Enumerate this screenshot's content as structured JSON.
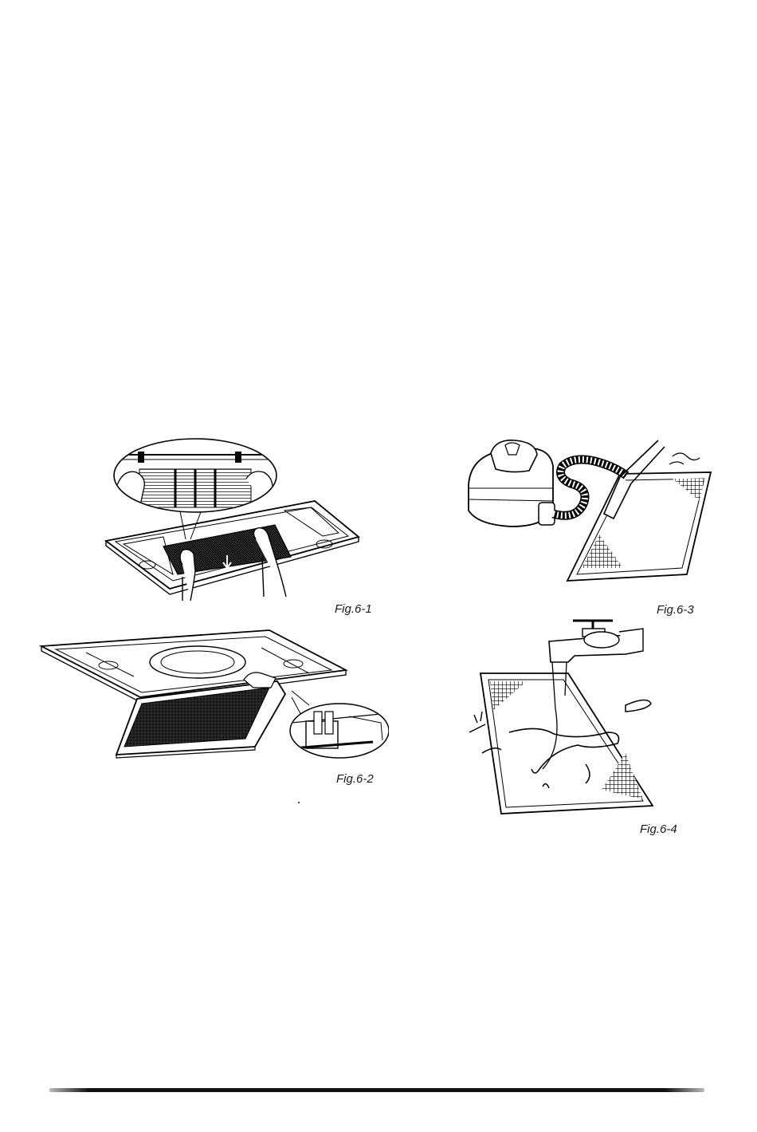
{
  "figures": [
    {
      "id": "fig-6-1",
      "caption": "Fig.6-1",
      "icon": "remove-filter-illustration"
    },
    {
      "id": "fig-6-2",
      "caption": "Fig.6-2",
      "icon": "filter-open-illustration"
    },
    {
      "id": "fig-6-3",
      "caption": "Fig.6-3",
      "icon": "vacuum-cleaner-illustration"
    },
    {
      "id": "fig-6-4",
      "caption": "Fig.6-4",
      "icon": "faucet-wash-illustration"
    }
  ]
}
